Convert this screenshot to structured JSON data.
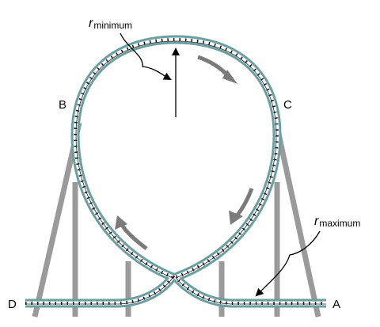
{
  "labels": {
    "point_a": "A",
    "point_b": "B",
    "point_c": "C",
    "point_d": "D",
    "r_symbol": "r",
    "r_min_sub": "minimum",
    "r_max_sub": "maximum"
  },
  "colors": {
    "track": "#6a9ea0",
    "track_outline": "#4e8385",
    "rail": "#111111",
    "support": "#9a9a9a",
    "direction_arrow": "#7b7b7b",
    "pointer": "#000000"
  },
  "icons": {
    "direction_arrow": "curved-arrow-icon",
    "radius_arrow": "arrow-up-icon"
  }
}
